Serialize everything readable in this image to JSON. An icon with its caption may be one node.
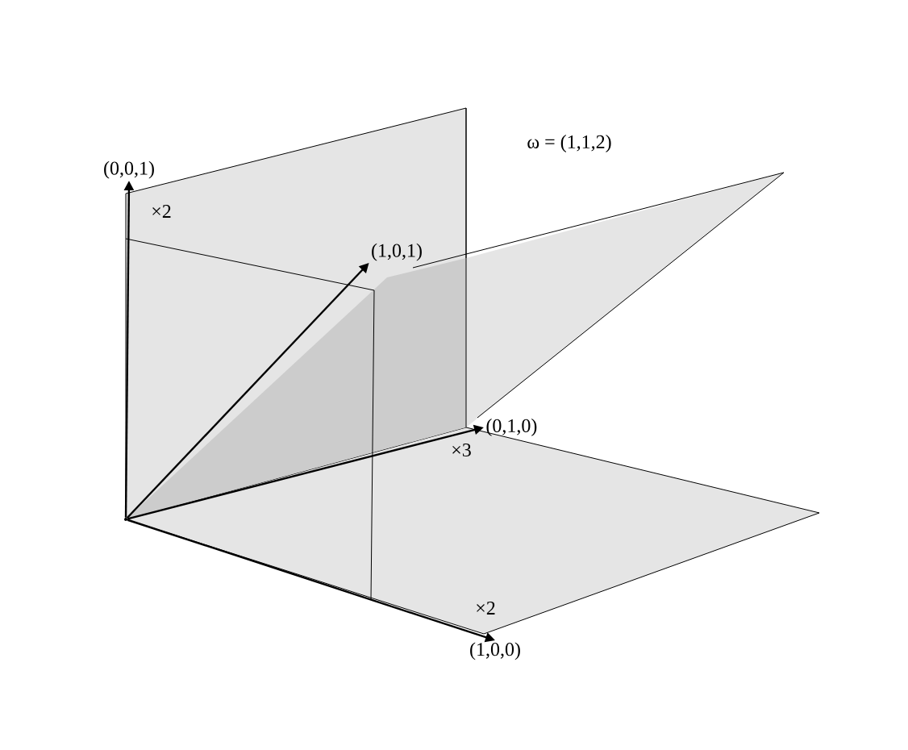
{
  "diagram": {
    "nodes": [
      {
        "text": [
          "(0,0,1)"
        ],
        "beside": [
          "×2"
        ]
      },
      {
        "text": [
          "(1,0,1)"
        ]
      },
      {
        "text": [
          "(0,1,0)"
        ],
        "beside": [
          "×3"
        ]
      },
      {
        "text": [
          "(1,0,0)"
        ],
        "beside": [
          "×2"
        ]
      },
      {
        "text": [],
        "shape": "point"
      }
    ],
    "edges": [
      {
        "from": 4,
        "to": 0,
        "arrow": "to"
      },
      {
        "from": 4,
        "to": 1,
        "arrow": "to"
      },
      {
        "from": 4,
        "to": 2,
        "arrow": "to"
      },
      {
        "from": 4,
        "to": 3,
        "arrow": "to"
      }
    ],
    "labels": [
      "ω = (1,1,2)"
    ]
  }
}
